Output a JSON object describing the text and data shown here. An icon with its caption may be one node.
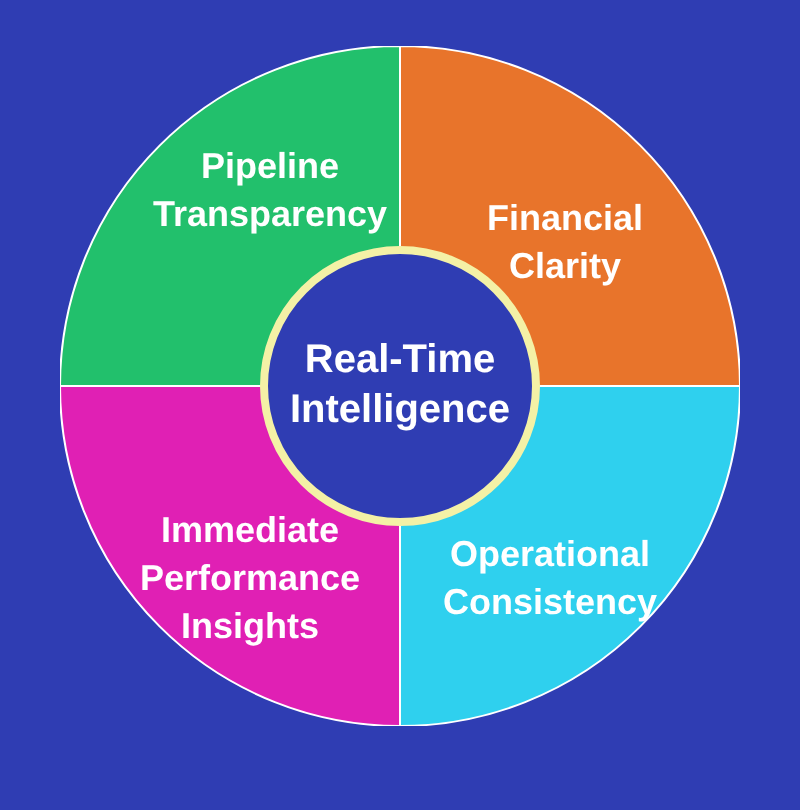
{
  "diagram": {
    "nodes": [
      {
        "text": [
          "Pipeline Transparency"
        ]
      },
      {
        "text": [
          "Financial Clarity"
        ]
      },
      {
        "text": [
          "Immediate Performance Insights"
        ]
      },
      {
        "text": [
          "Operational Consistency"
        ]
      },
      {
        "text": [
          "Real-Time Intelligence"
        ]
      }
    ]
  }
}
